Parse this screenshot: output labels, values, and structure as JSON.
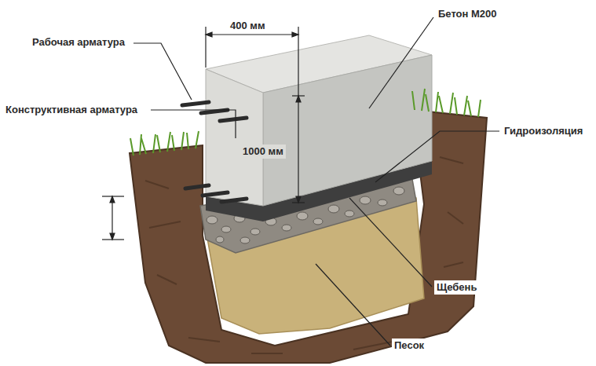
{
  "diagram": {
    "labels": [
      "Рабочая арматура",
      "Конструктивная арматура",
      "400 мм",
      "1000 мм",
      "Бетон М200",
      "Гидроизоляция",
      "Щебень",
      "Песок"
    ]
  }
}
